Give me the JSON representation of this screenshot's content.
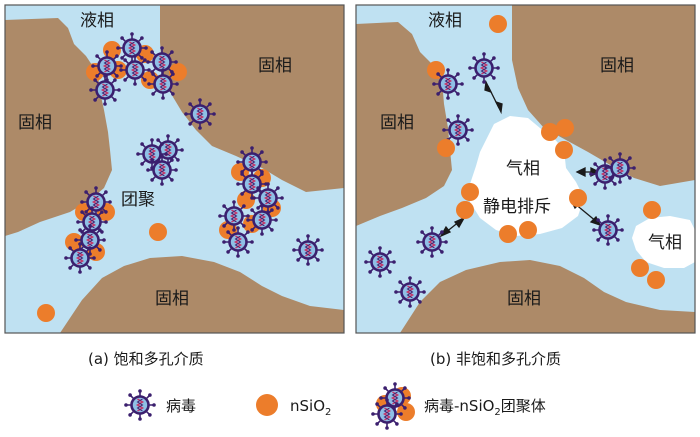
{
  "panels": [
    {
      "caption": "(a) 饱和多孔介质",
      "labels": {
        "liquid": "液相",
        "solid_top_right": "固相",
        "solid_left": "固相",
        "solid_bottom": "固相",
        "aggregate": "团聚"
      }
    },
    {
      "caption": "(b) 非饱和多孔介质",
      "labels": {
        "liquid": "液相",
        "solid_top_right": "固相",
        "solid_left": "固相",
        "solid_bottom": "固相",
        "gas_center": "气相",
        "gas_right": "气相",
        "repulsion": "静电排斥"
      }
    }
  ],
  "legend": {
    "virus": "病毒",
    "nsio2_prefix": "nSiO",
    "nsio2_sub": "2",
    "aggregate_prefix": "病毒-nSiO",
    "aggregate_sub": "2",
    "aggregate_suffix": "团聚体"
  },
  "colors": {
    "liquid": "#bfe1f2",
    "solid": "#ad8a68",
    "gas": "#ffffff",
    "nanoparticle": "#ec7d2b",
    "virus_ring": "#3b1f6e",
    "virus_core": "#8fc0e6",
    "virus_helix": "#c4386a",
    "border": "#555555"
  }
}
